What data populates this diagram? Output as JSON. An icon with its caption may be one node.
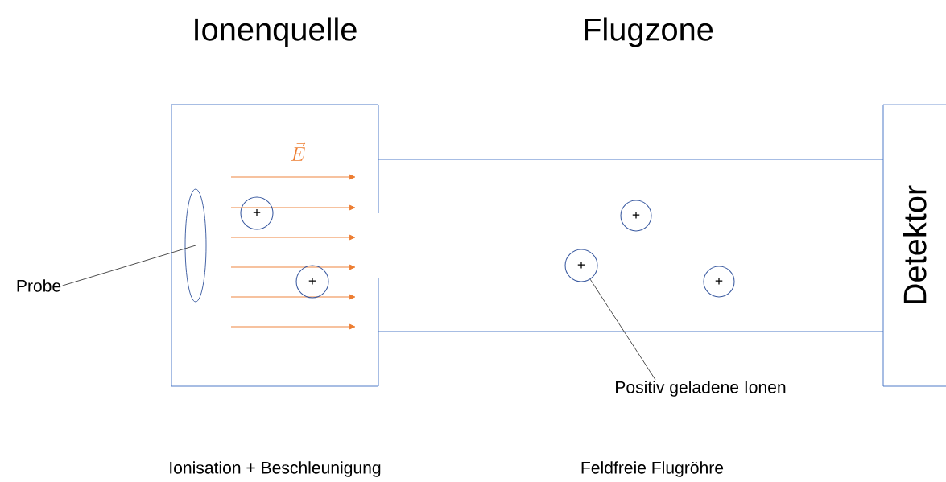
{
  "diagram": {
    "nodes": [
      {
        "text": [
          "Ionenquelle"
        ]
      },
      {
        "text": [
          "Flugzone"
        ]
      },
      {
        "text": [
          "Detektor"
        ]
      },
      {
        "text": [
          "Probe"
        ]
      },
      {
        "text": [],
        "shape": "ellipse",
        "in": 0
      },
      {
        "text": [
          "+"
        ],
        "in": 0
      },
      {
        "text": [
          "+"
        ],
        "in": 0
      },
      {
        "text": [
          "+"
        ],
        "in": 1
      },
      {
        "text": [
          "+"
        ],
        "in": 1
      },
      {
        "text": [
          "+"
        ],
        "in": 1
      },
      {
        "text": [
          "Positiv geladene Ionen"
        ]
      }
    ],
    "edges": [
      {
        "from": 3,
        "to": 4,
        "arrow": "none"
      },
      {
        "from": 10,
        "to": 8,
        "arrow": "none"
      }
    ],
    "labels": [
      "\\vec{E}",
      "Ionisation + Beschleunigung",
      "Feldfreie Flugröhre"
    ]
  }
}
